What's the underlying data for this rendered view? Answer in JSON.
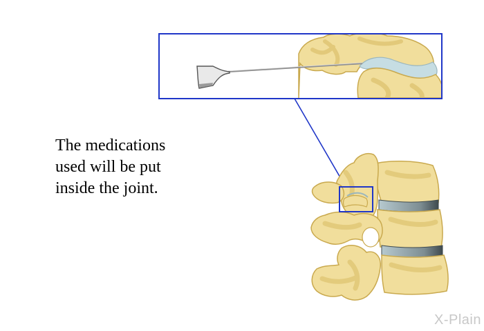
{
  "caption": {
    "lines": [
      "The medications",
      "used will be put",
      "inside the joint."
    ]
  },
  "watermark": {
    "text": "X-Plain"
  },
  "colors": {
    "bone": "#f1de9c",
    "bone_shadow": "#dcc06c",
    "bone_outline": "#c9a94e",
    "cartilage": "#c6dde3",
    "disc_dark": "#4d5a5e",
    "frame_blue": "#1f36c8",
    "needle": "#8f8f8f"
  },
  "icons": [
    "needle-icon",
    "spine-icon"
  ]
}
